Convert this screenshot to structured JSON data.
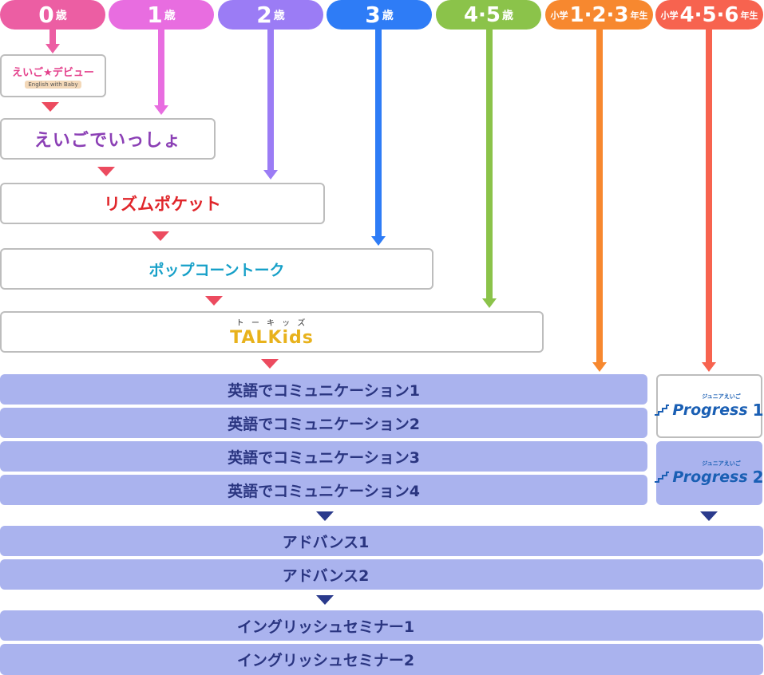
{
  "tabs": [
    {
      "id": "age0",
      "num": "0",
      "unit": "歳",
      "color": "#ec5ea3"
    },
    {
      "id": "age1",
      "num": "1",
      "unit": "歳",
      "color": "#e86de0"
    },
    {
      "id": "age2",
      "num": "2",
      "unit": "歳",
      "color": "#9b7cf5"
    },
    {
      "id": "age3",
      "num": "3",
      "unit": "歳",
      "color": "#2e7cf6"
    },
    {
      "id": "age45",
      "num": "4·5",
      "unit": "歳",
      "color": "#8bc34a"
    },
    {
      "id": "grade123",
      "prefix": "小学",
      "num": "1·2·3",
      "unit": "年生",
      "color": "#f7882f"
    },
    {
      "id": "grade456",
      "prefix": "小学",
      "num": "4·5·6",
      "unit": "年生",
      "color": "#f7634f"
    }
  ],
  "colors": {
    "triangle_red": "#ec4b5f",
    "triangle_navy": "#2a3a8c",
    "bar_bg": "#aab3ee",
    "bar_text": "#2a3580",
    "progress_blue": "#1a5fb4"
  },
  "programs": {
    "eigo_debut": {
      "title": "えいご★デビュー",
      "sub": "English with Baby"
    },
    "eigo_issho": {
      "title": "えいごでいっしょ"
    },
    "rhythm_pocket": {
      "title": "リズムポケット"
    },
    "popcorn_talk": {
      "title": "ポップコーントーク"
    },
    "talkids": {
      "kana": "ト ー キ ッ ズ",
      "title": "TALKids"
    }
  },
  "bars": {
    "comm1": "英語でコミュニケーション1",
    "comm2": "英語でコミュニケーション2",
    "comm3": "英語でコミュニケーション3",
    "comm4": "英語でコミュニケーション4",
    "adv1": "アドバンス1",
    "adv2": "アドバンス2",
    "sem1": "イングリッシュセミナー1",
    "sem2": "イングリッシュセミナー2"
  },
  "progress": [
    {
      "ruby": "ジュニアえいご",
      "label": "Progress",
      "num": "1"
    },
    {
      "ruby": "ジュニアえいご",
      "label": "Progress",
      "num": "2"
    }
  ]
}
